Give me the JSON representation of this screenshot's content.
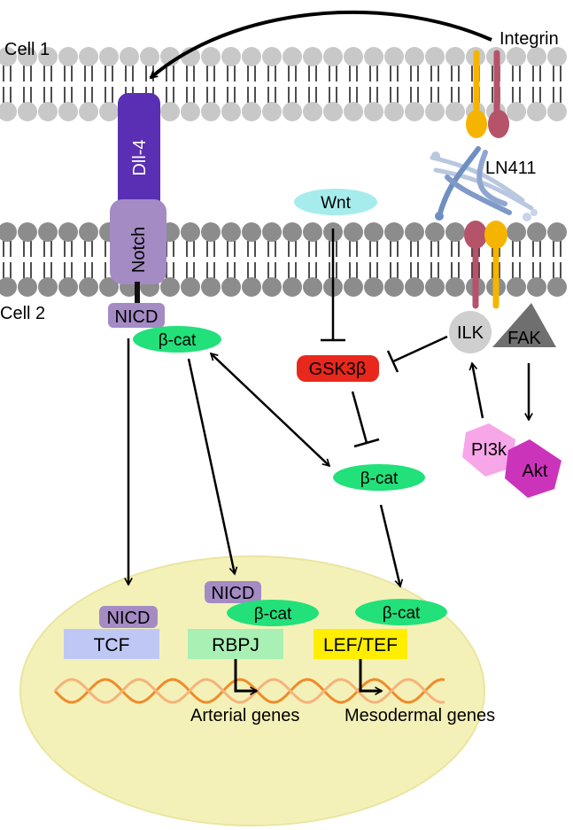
{
  "labels": {
    "cell1": "Cell 1",
    "cell2": "Cell 2",
    "integrin": "Integrin",
    "ln411": "LN411",
    "dll4": "Dll-4",
    "notch": "Notch",
    "nicd": "NICD",
    "bcat": "β-cat",
    "wnt": "Wnt",
    "gsk3b": "GSK3β",
    "ilk": "ILK",
    "fak": "FAK",
    "pi3k": "PI3k",
    "akt": "Akt",
    "tcf": "TCF",
    "rbpj": "RBPJ",
    "leftef": "LEF/TEF",
    "arterial": "Arterial genes",
    "mesodermal": "Mesodermal genes"
  },
  "colors": {
    "membrane_head": "#c8c8c8",
    "membrane_head2": "#8c8c8c",
    "dll4": "#5a2fb3",
    "notch": "#a48bc4",
    "nicd": "#a48bc4",
    "bcat": "#22e07a",
    "wnt": "#a6ecec",
    "gsk3b": "#e8281c",
    "integrin_yellow": "#f5b400",
    "integrin_red": "#b5536a",
    "ln411": "#6f8fc0",
    "ilk": "#cfcfcf",
    "fak": "#6f6f6f",
    "pi3k": "#f7a6e8",
    "akt": "#cc33bb",
    "tcf": "#bfc8f5",
    "rbpj": "#a8f0b4",
    "leftef": "#ffee00",
    "nucleus": "#f4f1b8",
    "dna1": "#f08b2a",
    "dna2": "#f5b37a"
  }
}
